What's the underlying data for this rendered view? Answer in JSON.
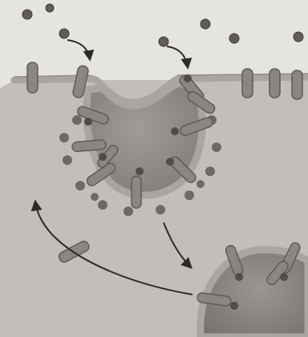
{
  "diagram": {
    "type": "receptor-mediated endocytosis illustration",
    "printed_text": "",
    "colors": {
      "page": "#e4e2de",
      "cell_interior": "#bdbab6",
      "membrane": "#a9a6a2",
      "vesicle_interior": "#8e8b87",
      "ligand": "#5f5c59",
      "receptor": "#7d7a76",
      "arrow": "#2c2a28"
    },
    "counts": {
      "free_ligands_outside": 7,
      "receptors_on_membrane": 6,
      "receptors_in_pit": 8,
      "coat_projections": 13,
      "vesicle_receptors": 4,
      "cycle_arrows": 4
    }
  }
}
